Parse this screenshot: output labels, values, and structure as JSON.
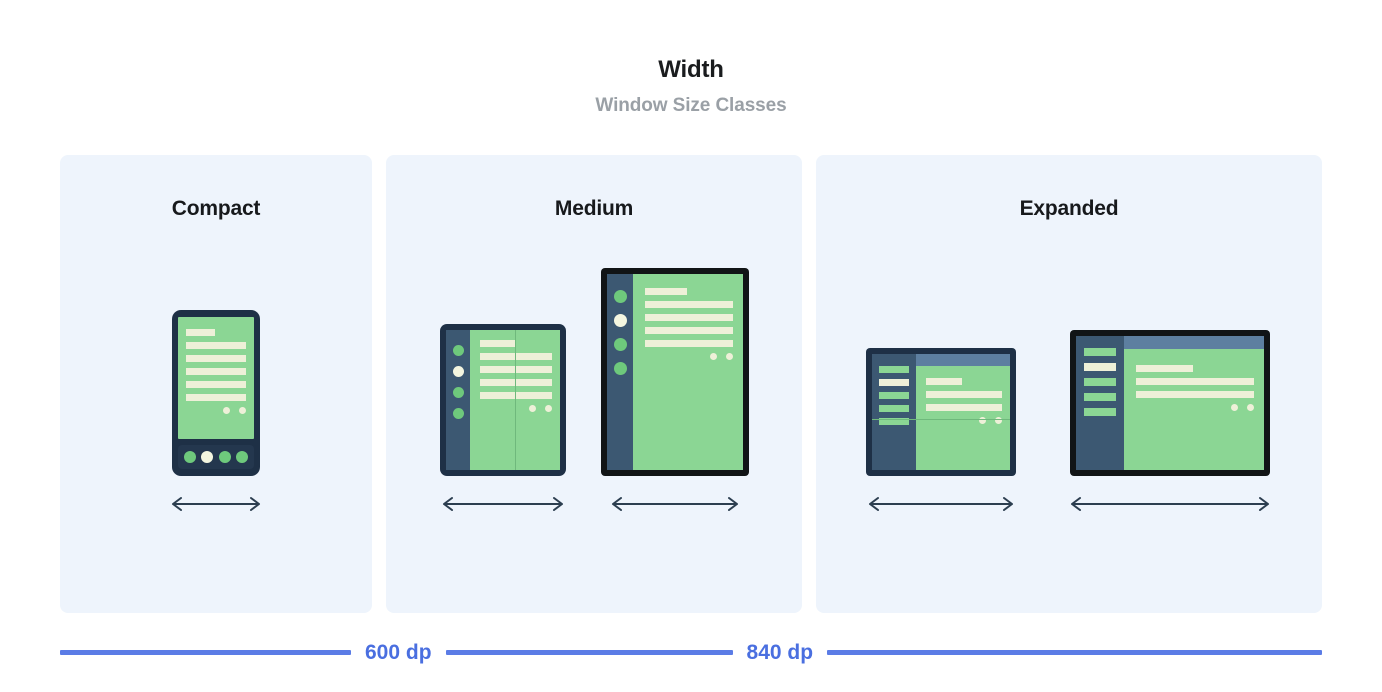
{
  "header": {
    "title": "Width",
    "subtitle": "Window Size Classes"
  },
  "panels": [
    {
      "label": "Compact",
      "devices": [
        {
          "name": "phone",
          "arrow_icon": "double-arrow-horizontal-icon",
          "content_lines": 6,
          "nav_dots": 4,
          "active_nav_dot": 2
        }
      ]
    },
    {
      "label": "Medium",
      "devices": [
        {
          "name": "foldable",
          "arrow_icon": "double-arrow-horizontal-icon",
          "content_lines": 5,
          "rail_dots": 4,
          "active_rail_dot": 2
        },
        {
          "name": "portrait-tablet",
          "arrow_icon": "double-arrow-horizontal-icon",
          "content_lines": 5,
          "rail_dots": 4,
          "active_rail_dot": 2
        }
      ]
    },
    {
      "label": "Expanded",
      "devices": [
        {
          "name": "laptop-window",
          "arrow_icon": "double-arrow-horizontal-icon",
          "content_lines": 3,
          "rail_bars": 5,
          "active_rail_bar": 2
        },
        {
          "name": "landscape-tablet",
          "arrow_icon": "double-arrow-horizontal-icon",
          "content_lines": 3,
          "rail_bars": 5,
          "active_rail_bar": 2
        }
      ]
    }
  ],
  "breakpoints": [
    {
      "label": "600 dp"
    },
    {
      "label": "840 dp"
    }
  ],
  "colors": {
    "panel_background": "#eef4fc",
    "screen_green": "#8bd694",
    "content_cream": "#eef0d8",
    "device_navy": "#1e3046",
    "device_black": "#111416",
    "rail_slate": "#3c5872",
    "topbar_blue": "#5d7fa0",
    "rule_blue": "#5b7ce6",
    "label_blue": "#4a6fe0",
    "title_dark": "#1a1c1e",
    "subtitle_grey": "#9aa0a6"
  }
}
